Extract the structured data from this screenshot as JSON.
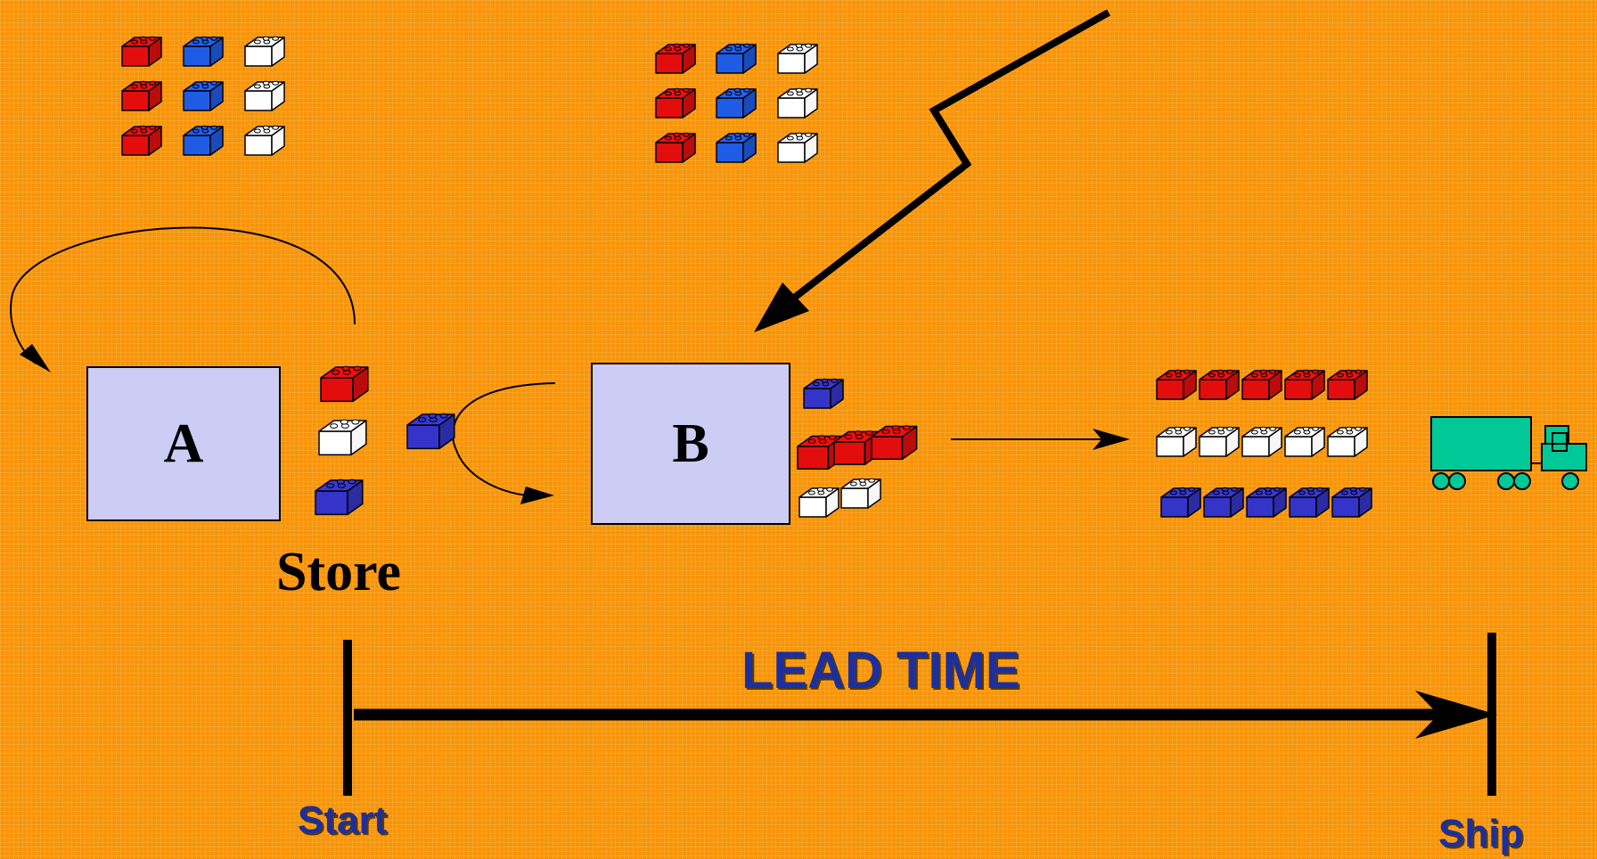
{
  "diagram": {
    "stations": [
      {
        "id": "A",
        "label": "A"
      },
      {
        "id": "B",
        "label": "B"
      }
    ],
    "store_label": "Store",
    "lead_time_label": "LEAD TIME",
    "start_label": "Start",
    "ship_label": "Ship"
  },
  "colors": {
    "background": "#f7940a",
    "station_fill": "#ccccf5",
    "brick_red": "#e40d0d",
    "brick_blue": "#1f5ce6",
    "brick_navy": "#3434c8",
    "brick_white": "#ffffff",
    "truck": "#00c896",
    "label_blue": "#1c2f9c"
  },
  "icons": [
    "lego-brick-icon",
    "truck-icon",
    "flow-arrow-icon"
  ]
}
